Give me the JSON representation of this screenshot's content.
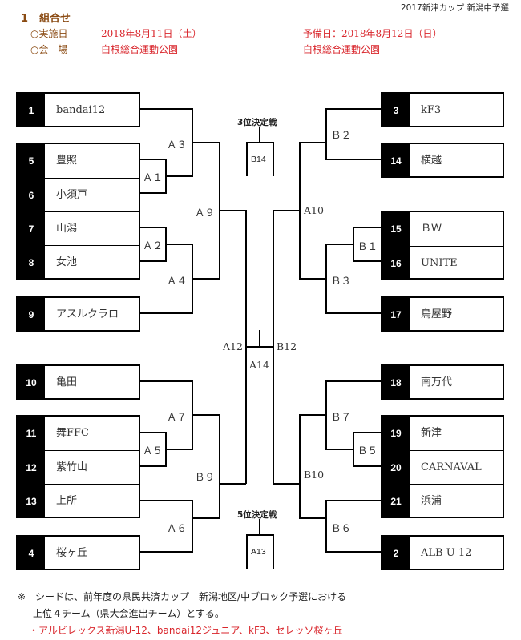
{
  "header": {
    "doc_title": "2017新津カップ 新潟中予選",
    "section_number": "1",
    "section_title": "組合せ"
  },
  "info": {
    "date_label": "○実施日",
    "date_value": "2018年8月11日（土）",
    "reserve_value": "予備日：2018年8月12日（日）",
    "venue_label": "○会　場",
    "venue_value": "白根総合運動公園",
    "reserve_venue_value": "白根総合運動公園"
  },
  "teams_left": [
    {
      "seed": "1",
      "name": "bandai12"
    },
    {
      "seed": "5",
      "name": "豊照"
    },
    {
      "seed": "6",
      "name": "小須戸"
    },
    {
      "seed": "7",
      "name": "山潟"
    },
    {
      "seed": "8",
      "name": "女池"
    },
    {
      "seed": "9",
      "name": "アスルクラロ"
    },
    {
      "seed": "10",
      "name": "亀田"
    },
    {
      "seed": "11",
      "name": "舞FFC"
    },
    {
      "seed": "12",
      "name": "紫竹山"
    },
    {
      "seed": "13",
      "name": "上所"
    },
    {
      "seed": "4",
      "name": "桜ヶ丘"
    }
  ],
  "teams_right": [
    {
      "seed": "3",
      "name": "kF3"
    },
    {
      "seed": "14",
      "name": "横越"
    },
    {
      "seed": "15",
      "name": "ＢＷ"
    },
    {
      "seed": "16",
      "name": "UNITE"
    },
    {
      "seed": "17",
      "name": "鳥屋野"
    },
    {
      "seed": "18",
      "name": "南万代"
    },
    {
      "seed": "19",
      "name": "新津"
    },
    {
      "seed": "20",
      "name": "CARNAVAL"
    },
    {
      "seed": "21",
      "name": "浜浦"
    },
    {
      "seed": "2",
      "name": "ALB U-12"
    }
  ],
  "matches": {
    "A1": "Ａ１",
    "A2": "Ａ２",
    "A3": "Ａ３",
    "A4": "Ａ４",
    "A5": "Ａ５",
    "A6": "Ａ６",
    "A7": "Ａ７",
    "A9": "Ａ９",
    "A10": "A10",
    "A12": "A12",
    "A14": "A14",
    "B1": "Ｂ１",
    "B2": "Ｂ２",
    "B3": "Ｂ３",
    "B5": "Ｂ５",
    "B6": "Ｂ６",
    "B7": "Ｂ７",
    "B9": "Ｂ９",
    "B10": "B10",
    "B12": "B12"
  },
  "placement": {
    "third_label": "3位決定戦",
    "third_match": "B14",
    "fifth_label": "5位決定戦",
    "fifth_match": "A13"
  },
  "notes": {
    "line1": "※　シードは、前年度の県民共済カップ　新潟地区/中ブロック予選における",
    "line2": "上位４チーム（県大会進出チーム）とする。",
    "line3": "・アルビレックス新潟U-12、bandai12ジュニア、kF3、セレッソ桜ヶ丘"
  }
}
